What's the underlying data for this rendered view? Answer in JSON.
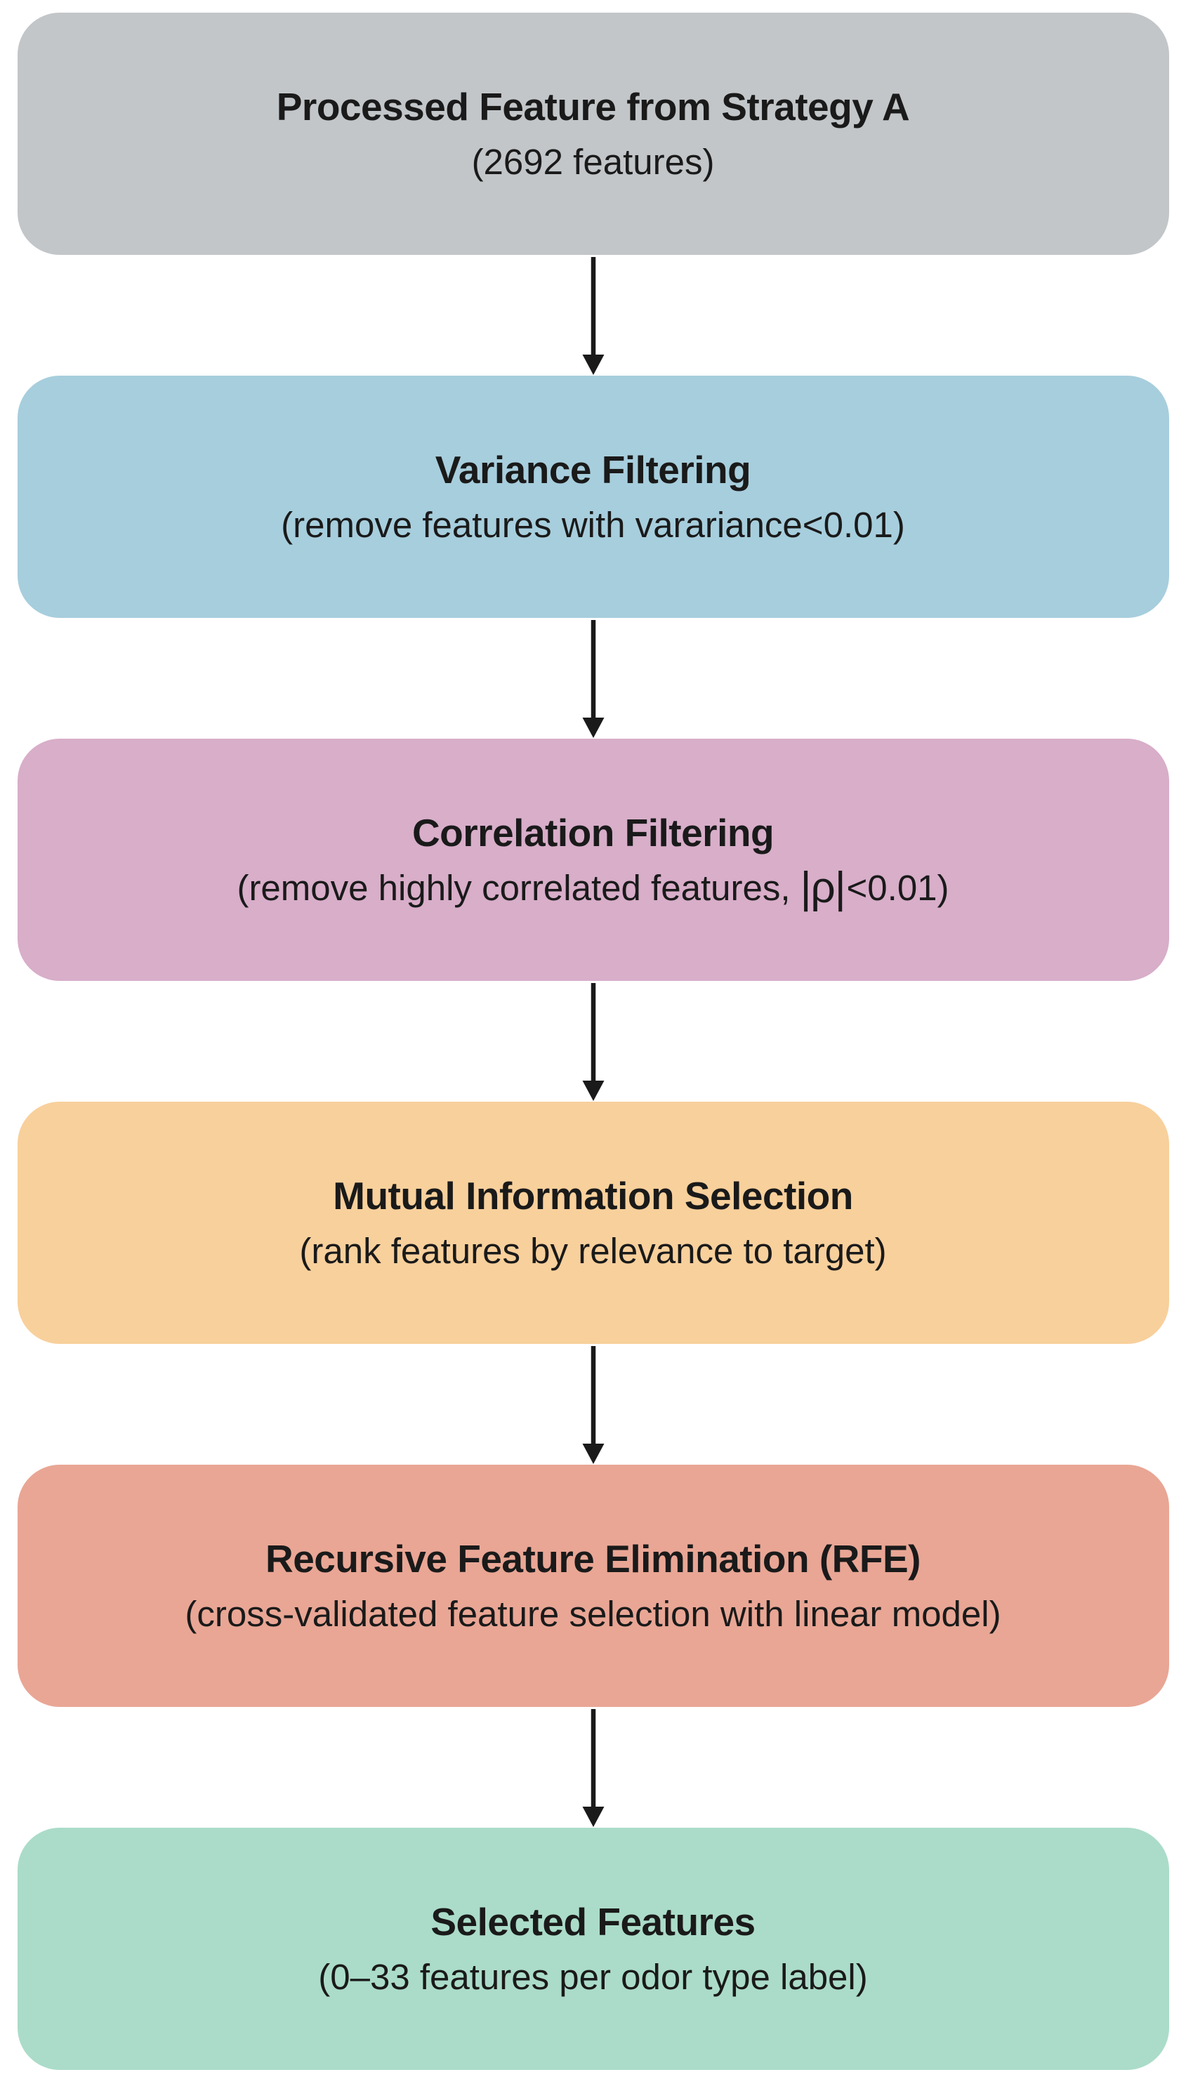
{
  "figure": {
    "type": "flowchart",
    "direction": "top-down",
    "background": "#ffffff",
    "text_color": "#1a1a1a",
    "arrow_color": "#1a1a1a",
    "nodes": [
      {
        "id": "processed-features",
        "title": "Processed Feature from Strategy A",
        "subtitle_parts": [
          {
            "text": "(2692 features)"
          }
        ],
        "fill": "#c2c6c9"
      },
      {
        "id": "variance-filtering",
        "title": "Variance Filtering",
        "subtitle_parts": [
          {
            "text": "(remove features with varariance<0.01)"
          }
        ],
        "fill": "#a7cedd"
      },
      {
        "id": "correlation-filtering",
        "title": "Correlation Filtering",
        "subtitle_parts": [
          {
            "text": "(remove highly correlated features,"
          },
          {
            "text": "|ρ|",
            "style": "math"
          },
          {
            "text": "<0.01)"
          }
        ],
        "fill": "#d8aec9"
      },
      {
        "id": "mutual-information-selection",
        "title": "Mutual Information Selection",
        "subtitle_parts": [
          {
            "text": "(rank features by relevance to target)"
          }
        ],
        "fill": "#f8d09c"
      },
      {
        "id": "recursive-feature-elimination",
        "title": "Recursive Feature Elimination (RFE)",
        "subtitle_parts": [
          {
            "text": "(cross-validated feature selection with linear model)"
          }
        ],
        "fill": "#e9a695"
      },
      {
        "id": "selected-features",
        "title": "Selected Features",
        "subtitle_parts": [
          {
            "text": "(0–33 features per odor type label)"
          }
        ],
        "fill": "#abdcc9"
      }
    ]
  }
}
